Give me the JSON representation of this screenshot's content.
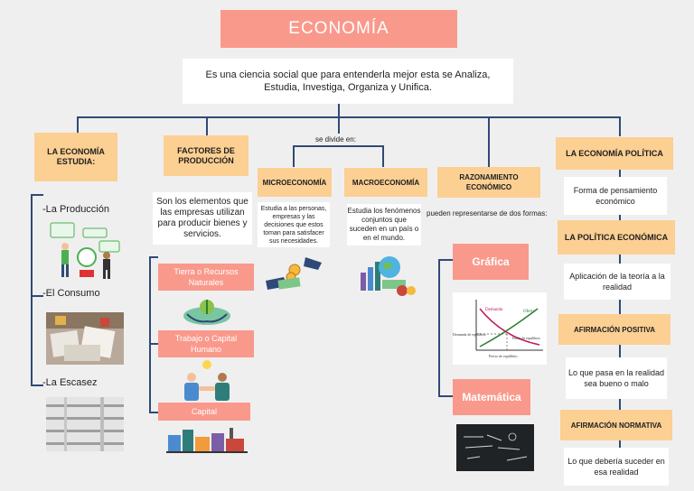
{
  "title": "ECONOMÍA",
  "definition": "Es una ciencia social que para entenderla mejor esta se Analiza, Estudia, Investiga, Organiza y Unifica.",
  "studies": {
    "header": "LA ECONOMÍA ESTUDIA:",
    "items": [
      "-La Producción",
      "-El Consumo",
      "-La Escasez"
    ]
  },
  "factors": {
    "header": "FACTORES DE PRODUCCIÓN",
    "description": "Son los elementos que las empresas utilizan para producir bienes y servicios.",
    "items": [
      "Tierra o Recursos Naturales",
      "Trabajo o Capital Humano",
      "Capital"
    ]
  },
  "divides": {
    "label": "se divide en:",
    "micro": {
      "header": "MICROECONOMÍA",
      "description": "Estudia a las personas, empresas y las decisiones que estos toman para satisfacer sus necesidades."
    },
    "macro": {
      "header": "MACROECONOMÍA",
      "description": "Estudia los fenómenos conjuntos que suceden en un país o en el mundo."
    }
  },
  "reasoning": {
    "header": "RAZONAMIENTO ECONÓMICO",
    "label": "pueden representarse de dos formas:",
    "forms": [
      "Gráfica",
      "Matemática"
    ],
    "graph": {
      "demand": "Demanda",
      "supply": "Oferta",
      "left": "Demanda de equilibrio",
      "right": "Punto de equilibrio",
      "bottom": "Precio de equilibrio"
    }
  },
  "right_column": [
    {
      "header": "LA ECONOMÍA POLÍTICA",
      "text": "Forma de pensamiento económico"
    },
    {
      "header": "LA POLÍTICA ECONÓMICA",
      "text": "Aplicación de la teoría a la realidad"
    },
    {
      "header": "AFIRMACIÓN POSITIVA",
      "text": "Lo que pasa en la realidad sea bueno o malo"
    },
    {
      "header": "AFIRMACIÓN NORMATIVA",
      "text": "Lo que debería suceder en esa realidad"
    }
  ],
  "colors": {
    "salmon": "#f9998c",
    "peach": "#fccf93",
    "line": "#2f4a76"
  }
}
